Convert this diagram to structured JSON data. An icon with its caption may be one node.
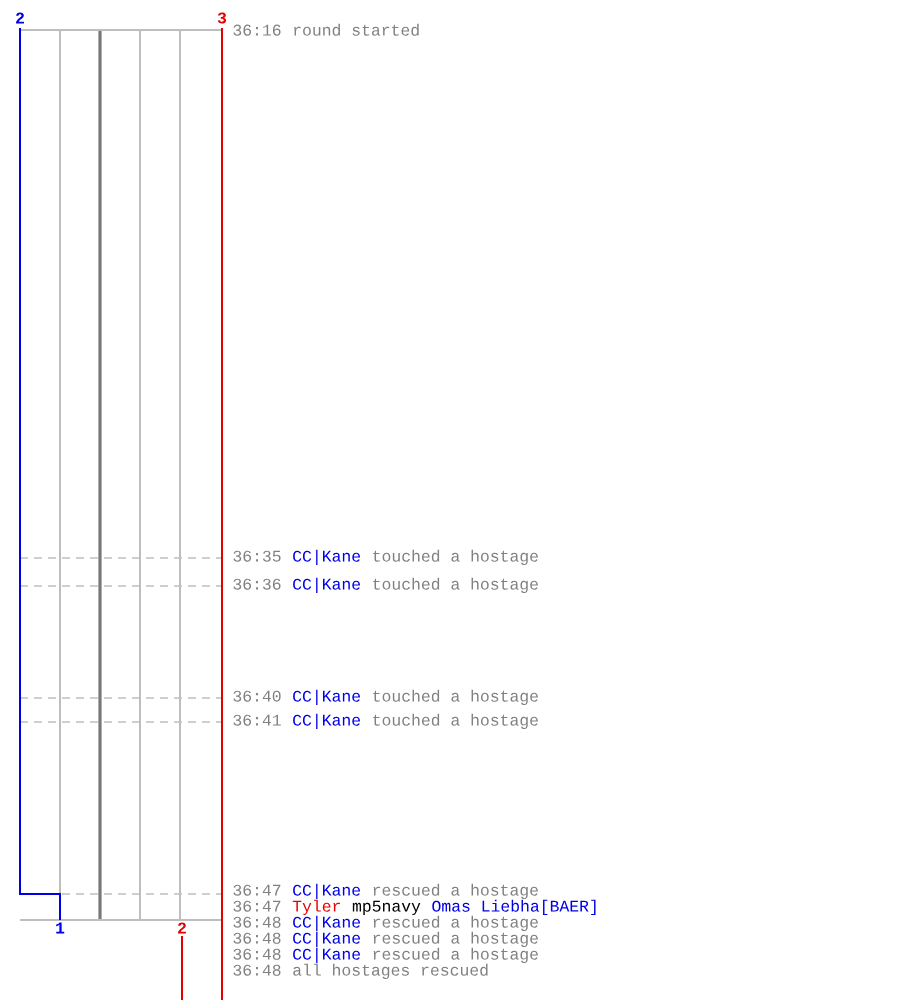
{
  "diagram": {
    "labels": [
      "2",
      "3",
      "36:16",
      "round started",
      "36:35",
      "CC|Kane",
      "touched a hostage",
      "36:36",
      "CC|Kane",
      "touched a hostage",
      "36:40",
      "CC|Kane",
      "touched a hostage",
      "36:41",
      "CC|Kane",
      "touched a hostage",
      "36:47",
      "CC|Kane",
      "rescued a hostage",
      "36:47",
      "Tyler",
      "mp5navy",
      "Omas Liebha[BAER]",
      "36:48",
      "CC|Kane",
      "rescued a hostage",
      "36:48",
      "CC|Kane",
      "rescued a hostage",
      "36:48",
      "CC|Kane",
      "rescued a hostage",
      "36:48",
      "all hostages rescued",
      "1",
      "2"
    ]
  }
}
